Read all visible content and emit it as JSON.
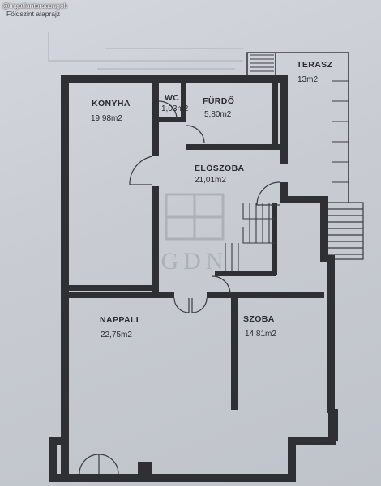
{
  "watermark_credit": "@ingatlantarsasagok",
  "floor_heading": "Földszint alaprajz",
  "watermark_logo": "GDN",
  "rooms": {
    "terasz": {
      "name": "TERASZ",
      "area": "13m2"
    },
    "konyha": {
      "name": "KONYHA",
      "area": "19,98m2"
    },
    "wc": {
      "name": "WC",
      "area": "1,03m2"
    },
    "furdo": {
      "name": "FÜRDŐ",
      "area": "5,80m2"
    },
    "eloszoba": {
      "name": "ELŐSZOBA",
      "area": "21,01m2"
    },
    "nappali": {
      "name": "NAPPALI",
      "area": "22,75m2"
    },
    "szoba": {
      "name": "SZOBA",
      "area": "14,81m2"
    }
  },
  "colors": {
    "wall": "#2e3034",
    "paper": "#ccd0d6"
  }
}
